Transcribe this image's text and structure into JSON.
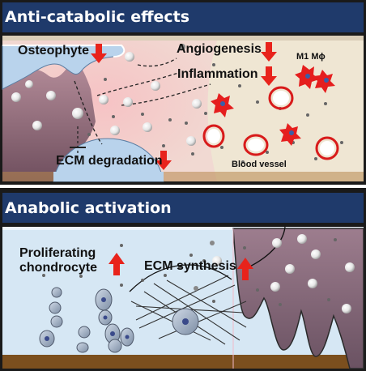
{
  "panels": {
    "top": {
      "title": "Anti-catabolic effects"
    },
    "bottom": {
      "title": "Anabolic activation"
    }
  },
  "labels": {
    "osteophyte": "Osteophyte",
    "angiogenesis": "Angiogenesis",
    "inflammation": "Inflammation",
    "macrophage": "M1 Mϕ",
    "ecm_degradation": "ECM degradation",
    "blood_vessel": "Blood vessel",
    "proliferating_chondrocyte_line1": "Proliferating",
    "proliferating_chondrocyte_line2": "chondrocyte",
    "ecm_synthesis": "ECM synthesis"
  },
  "arrows": {
    "osteophyte": "down",
    "angiogenesis": "down",
    "inflammation": "down",
    "ecm_degradation": "down",
    "proliferating_chondrocyte": "up",
    "ecm_synthesis": "up"
  },
  "colors": {
    "header_bg": "#1f3a6b",
    "arrow_red": "#e8231c",
    "macrophage_red": "#e51e1e",
    "cartilage_blue": "#b8d4ec",
    "synovium_beige": "#efe6d3",
    "bone_mauve": "#8f6b7d"
  }
}
